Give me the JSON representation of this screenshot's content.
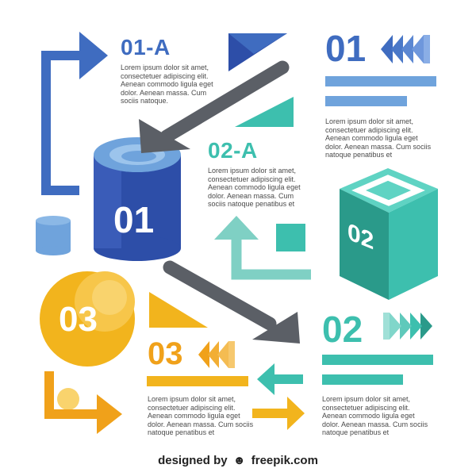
{
  "colors": {
    "blue": "#3f6cc0",
    "dark_blue": "#2d4ea8",
    "light_blue": "#6fa3dc",
    "teal": "#3dbfae",
    "dark_teal": "#2a9a8a",
    "yellow": "#f2b41d",
    "orange": "#f0a11a",
    "gray": "#5b5f66"
  },
  "section_01a": {
    "heading": "01-A",
    "body": "Lorem ipsum dolor sit amet, consectetuer adipiscing elit. Aenean commodo ligula eget dolor. Aenean massa. Cum sociis natoque."
  },
  "section_02a": {
    "heading": "02-A",
    "body": "Lorem ipsum dolor sit amet, consectetuer adipiscing elit. Aenean commodo ligula eget dolor. Aenean massa. Cum sociis natoque penatibus et"
  },
  "section_01": {
    "heading": "01",
    "body": "Lorem ipsum dolor sit amet, consectetuer adipiscing elit. Aenean commodo ligula eget dolor. Aenean massa. Cum sociis natoque penatibus et"
  },
  "section_02": {
    "heading": "02",
    "body": "Lorem ipsum dolor sit amet, consectetuer adipiscing elit. Aenean commodo ligula eget dolor. Aenean massa. Cum sociis natoque penatibus et"
  },
  "section_03": {
    "heading": "03",
    "body": "Lorem ipsum dolor sit amet, consectetuer adipiscing elit. Aenean commodo ligula eget dolor. Aenean massa. Cum sociis natoque penatibus et"
  },
  "cylinder_label": "01",
  "cube_label": "02",
  "sphere_label": "03",
  "footer": {
    "prefix": "designed by",
    "brand": "freepik.com"
  }
}
